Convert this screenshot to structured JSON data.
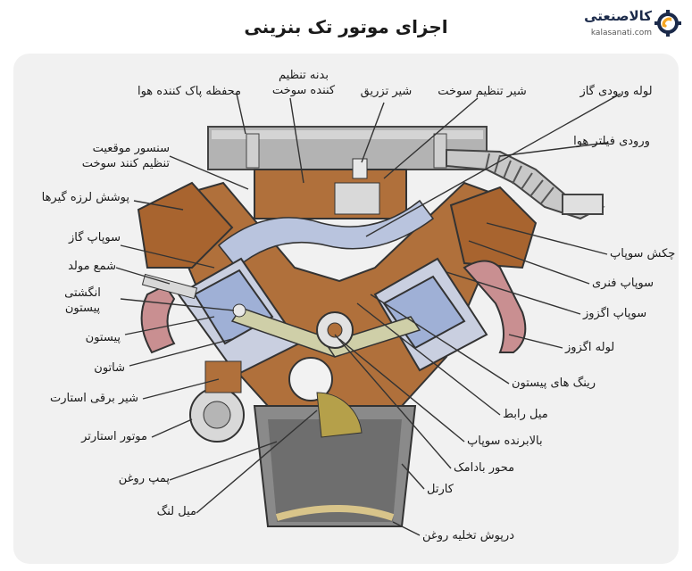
{
  "title": "اجزای موتور تک بنزینی",
  "logo": {
    "brand": "کالاصنعتی",
    "site": "kalasanati.com",
    "icon": "gear-wifi-icon",
    "accent": "#f5a623"
  },
  "labels": {
    "body_fuel_regulator_1": "بدنه تنظیم",
    "body_fuel_regulator_2": "کننده سوخت",
    "air_cleaner": "محفظه پاک کننده هوا",
    "injector": "شیر تزریق",
    "fuel_regulator_valve": "شیر تنظیم سوخت",
    "gas_inlet_pipe": "لوله ورودی گاز",
    "air_filter_inlet": "ورودی فیلتر هوا",
    "fuel_position_sensor_1": "سنسور موقعیت",
    "fuel_position_sensor_2": "تنظیم کنند سوخت",
    "gear_cover": "پوشش لرزه گیرها",
    "gas_valve": "سوپاپ گاز",
    "spark_plug": "شمع مولد",
    "piston_pin_1": "انگشتی",
    "piston_pin_2": "پیستون",
    "piston": "پیستون",
    "connecting_rod": "شاتون",
    "starter_solenoid": "شیر برقی استارت",
    "starter_motor": "موتور استارتر",
    "oil_pump": "پمپ روغن",
    "dipstick": "میل لنگ",
    "rocker_arm": "چکش سوپاپ",
    "spring_valve": "سوپاپ فنری",
    "exhaust_valve": "سوپاپ اگزوز",
    "exhaust_pipe": "لوله اگزوز",
    "piston_rings": "رینگ های پیستون",
    "push_rod": "میل رابط",
    "valve_lifter": "بالابرنده سوپاپ",
    "camshaft": "محور بادامک",
    "crankcase": "کارتل",
    "oil_drain_plug": "درپوش تخلیه روغن"
  }
}
